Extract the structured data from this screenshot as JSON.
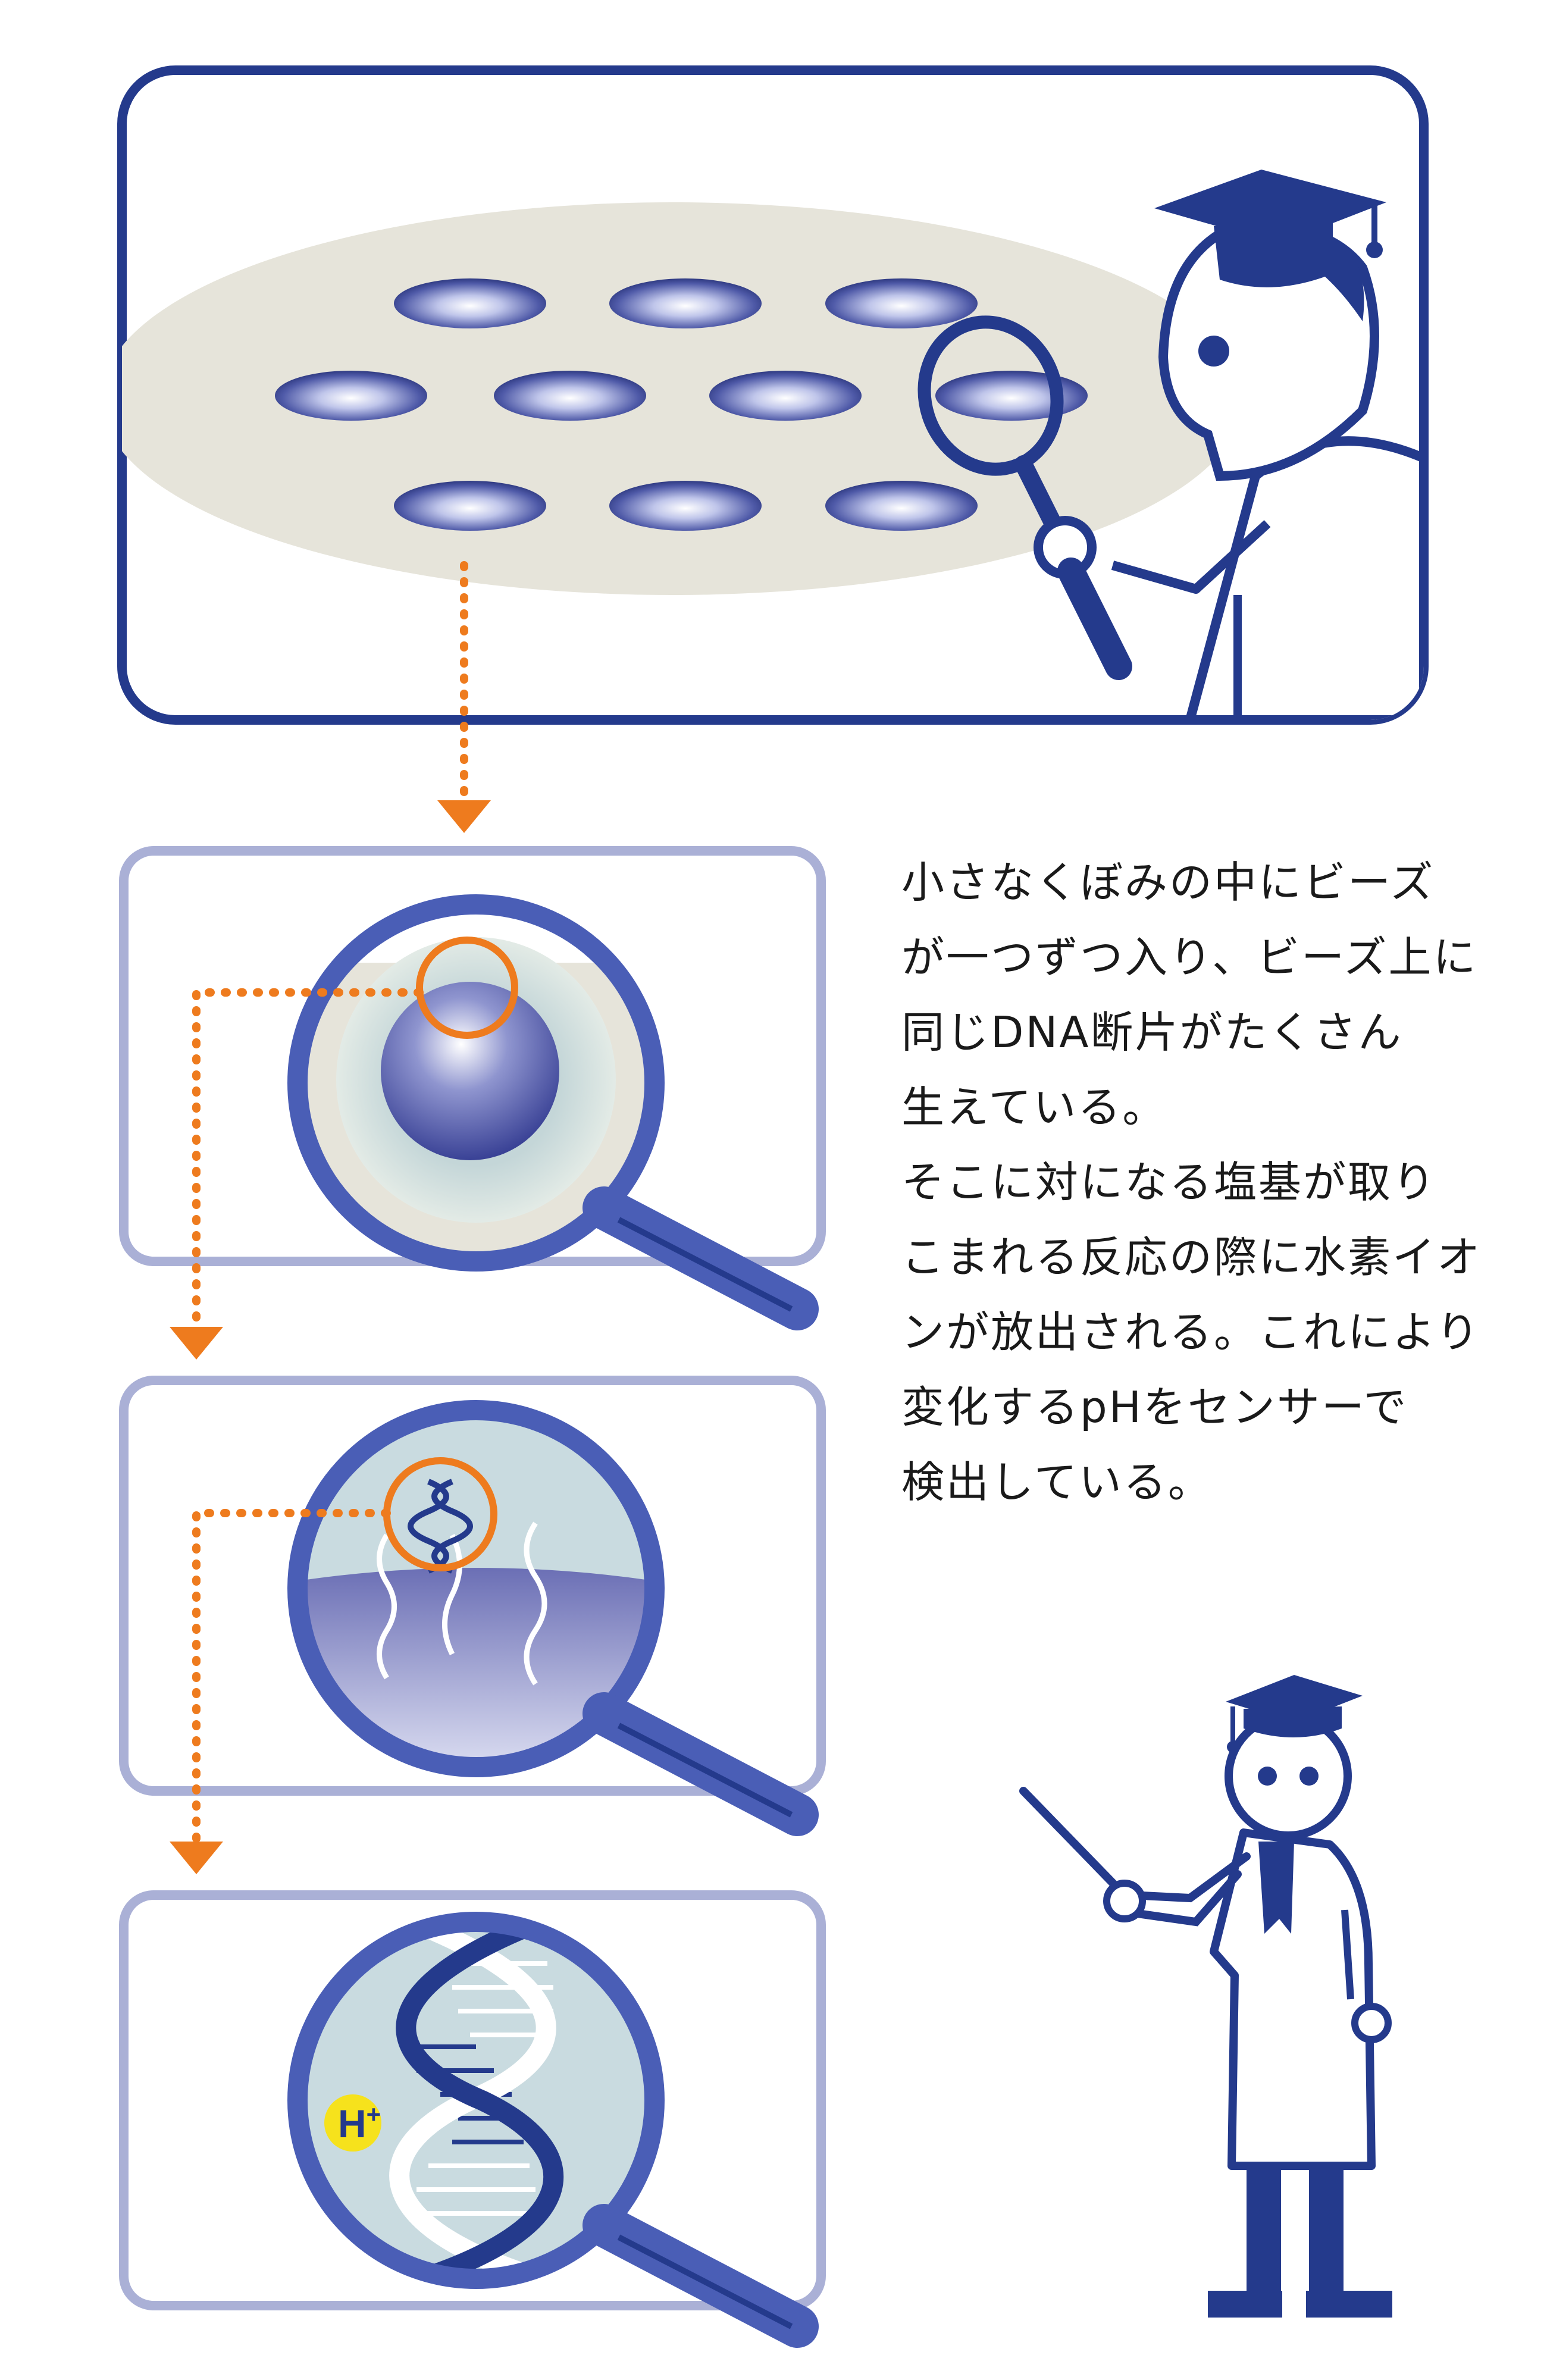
{
  "explanation": {
    "lines": [
      "小さなくぼみの中にビーズ",
      "が一つずつ入り、ビーズ上に",
      "同じDNA断片がたくさん",
      "生えている。",
      "そこに対になる塩基が取り",
      "こまれる反応の際に水素イオ",
      "ンが放出される。これにより",
      "変化するpHをセンサーで",
      "検出している。"
    ]
  },
  "hydrogen_ion": {
    "symbol": "H",
    "superscript": "+"
  },
  "colors": {
    "navy": "#243a8c",
    "light_frame": "#aab0d6",
    "orange": "#ee7b1e",
    "chip_surface": "#e6e4da",
    "lens_fill": "#c9dbe0",
    "yellow": "#f6e21c"
  }
}
